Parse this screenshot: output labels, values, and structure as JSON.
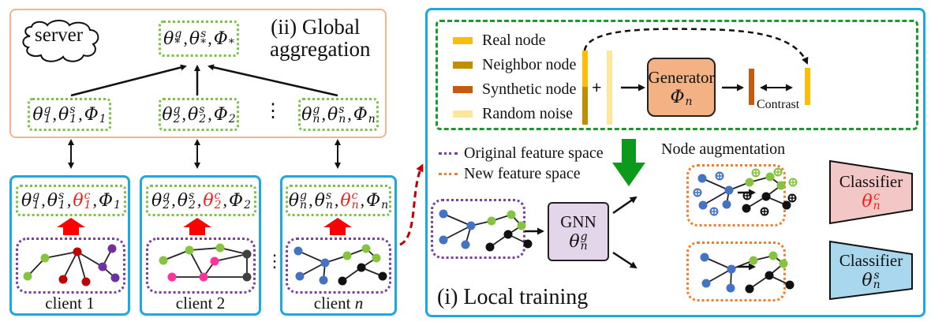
{
  "server": {
    "cloud_label": "server",
    "section_title_line1": "(ii) Global",
    "section_title_line2": "aggregation",
    "global_params": [
      {
        "base": "θ",
        "sup": "g",
        "sub": "*"
      },
      {
        "base": "θ",
        "sup": "s",
        "sub": "*"
      },
      {
        "base": "Φ",
        "sup": "",
        "sub": "*"
      }
    ],
    "uploaded_params": [
      [
        {
          "base": "θ",
          "sup": "g",
          "sub": "1"
        },
        {
          "base": "θ",
          "sup": "s",
          "sub": "1"
        },
        {
          "base": "Φ",
          "sup": "",
          "sub": "1"
        }
      ],
      [
        {
          "base": "θ",
          "sup": "g",
          "sub": "2"
        },
        {
          "base": "θ",
          "sup": "s",
          "sub": "2"
        },
        {
          "base": "Φ",
          "sup": "",
          "sub": "2"
        }
      ],
      [
        {
          "base": "θ",
          "sup": "g",
          "sub": "n"
        },
        {
          "base": "θ",
          "sup": "s",
          "sub": "n"
        },
        {
          "base": "Φ",
          "sup": "",
          "sub": "n"
        }
      ]
    ],
    "ellipsis": "⋮"
  },
  "clients": [
    {
      "label": "client 1",
      "label_prefix": "client ",
      "label_index": "1",
      "params": [
        {
          "base": "θ",
          "sup": "g",
          "sub": "1",
          "highlight": false
        },
        {
          "base": "θ",
          "sup": "s",
          "sub": "1",
          "highlight": false
        },
        {
          "base": "θ",
          "sup": "c",
          "sub": "1",
          "highlight": true
        },
        {
          "base": "Φ",
          "sup": "",
          "sub": "1",
          "highlight": false
        }
      ]
    },
    {
      "label": "client 2",
      "label_prefix": "client ",
      "label_index": "2",
      "params": [
        {
          "base": "θ",
          "sup": "g",
          "sub": "2",
          "highlight": false
        },
        {
          "base": "θ",
          "sup": "s",
          "sub": "2",
          "highlight": false
        },
        {
          "base": "θ",
          "sup": "c",
          "sub": "2",
          "highlight": true
        },
        {
          "base": "Φ",
          "sup": "",
          "sub": "2",
          "highlight": false
        }
      ]
    },
    {
      "label": "client n",
      "label_prefix": "client ",
      "label_index": "n",
      "params": [
        {
          "base": "θ",
          "sup": "g",
          "sub": "n",
          "highlight": false
        },
        {
          "base": "θ",
          "sup": "s",
          "sub": "n",
          "highlight": false
        },
        {
          "base": "θ",
          "sup": "c",
          "sub": "n",
          "highlight": true
        },
        {
          "base": "Φ",
          "sup": "",
          "sub": "n",
          "highlight": false
        }
      ]
    }
  ],
  "client_ellipsis": "⋮",
  "generator_legend": [
    {
      "label": "Real node",
      "color": "#fbbd0a"
    },
    {
      "label": "Neighbor node",
      "color": "#bf8f00"
    },
    {
      "label": "Synthetic node",
      "color": "#c55a11"
    },
    {
      "label": "Random noise",
      "color": "#ffe699"
    }
  ],
  "generator": {
    "plus": "+",
    "title": "Generator",
    "param": {
      "base": "Φ",
      "sup": "",
      "sub": "n"
    },
    "contrast_label": "Contrast",
    "fill": "#f4b183"
  },
  "feature_space_legend": [
    {
      "label": "Original feature space",
      "color": "#7b3fa0"
    },
    {
      "label": "New feature space",
      "color": "#ef7f2e"
    }
  ],
  "node_augmentation_label": "Node augmentation",
  "gnn": {
    "title": "GNN",
    "param": {
      "base": "θ",
      "sup": "g",
      "sub": "n"
    },
    "fill": "#e4d6ea"
  },
  "classifiers": [
    {
      "title": "Classifier",
      "param": {
        "base": "θ",
        "sup": "c",
        "sub": "n"
      },
      "highlight": true,
      "fill": "#f4c7c7"
    },
    {
      "title": "Classifier",
      "param": {
        "base": "θ",
        "sup": "s",
        "sub": "n"
      },
      "highlight": false,
      "fill": "#a9d8ee"
    }
  ],
  "local_training_title": "(i) Local training",
  "colors": {
    "server_border": "#f3b48c",
    "client_border": "#1ba9e1",
    "param_border": "#7cc04a",
    "node_green": "#86c440",
    "node_blue": "#4472c4",
    "node_black": "#111111",
    "node_red": "#c00000",
    "node_purple": "#7030a0",
    "node_pink": "#ff3399",
    "node_gray": "#404040",
    "up_arrow": "#ff0000",
    "aug_arrow": "#0b9a1b",
    "dashed_link": "#c00000"
  }
}
